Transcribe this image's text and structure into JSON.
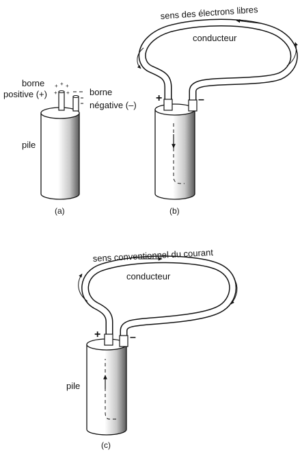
{
  "figure_a": {
    "label_positive_1": "borne",
    "label_positive_2": "positive (+)",
    "label_negative_1": "borne",
    "label_negative_2": "négative (–)",
    "label_pile": "pile",
    "caption": "(a)"
  },
  "figure_b": {
    "label_flow": "sens des électrons libres",
    "label_conductor": "conducteur",
    "sign_plus": "+",
    "sign_minus": "–",
    "caption": "(b)"
  },
  "figure_c": {
    "label_flow": "sens conventionnel du courant",
    "label_conductor": "conducteur",
    "sign_plus": "+",
    "sign_minus": "–",
    "label_pile": "pile",
    "caption": "(c)"
  }
}
